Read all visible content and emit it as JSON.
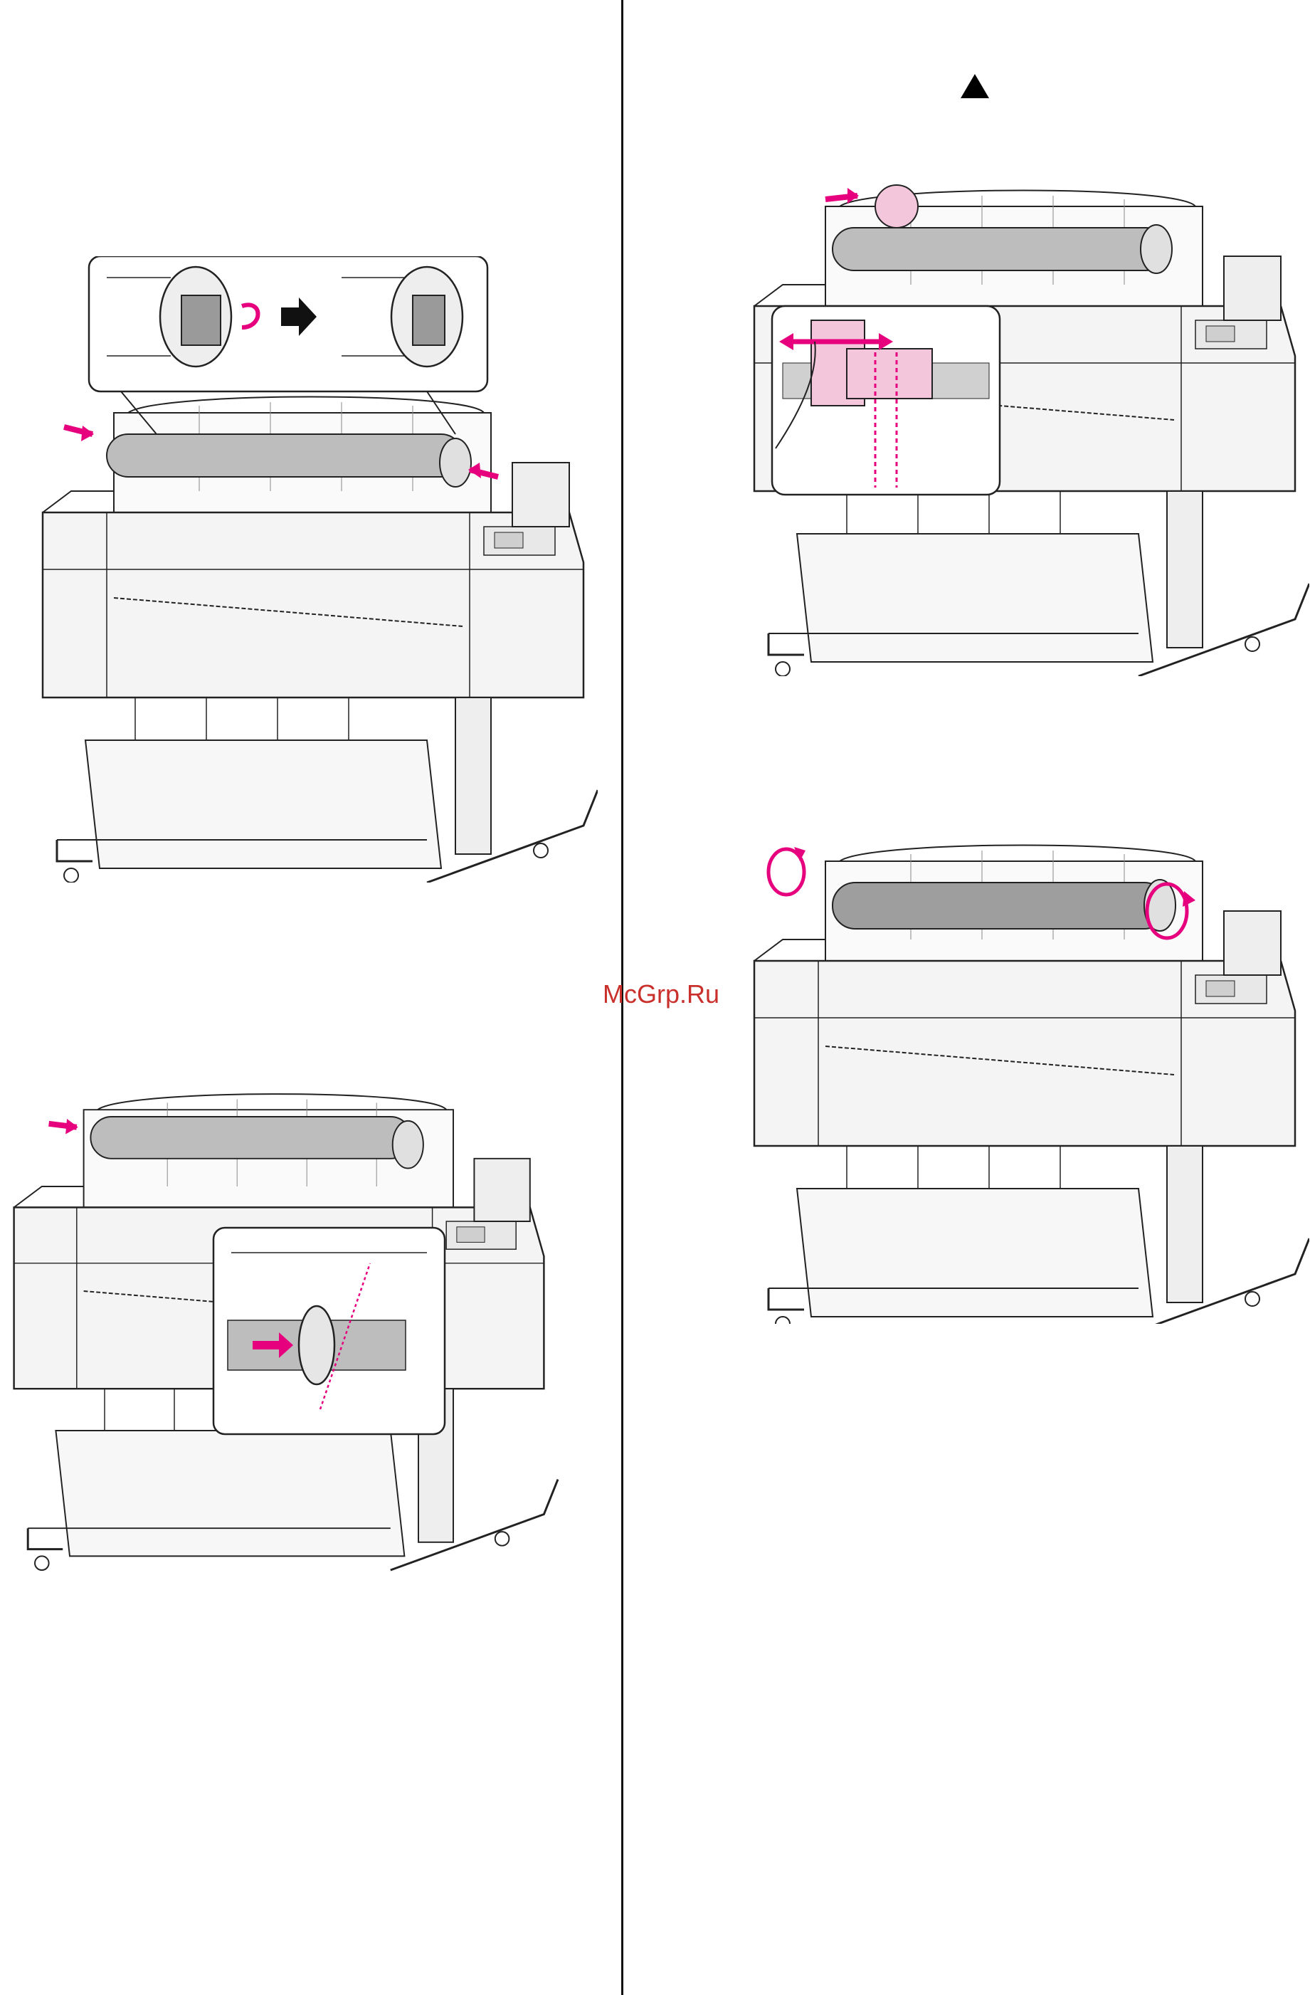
{
  "watermark": {
    "text": "McGrp.Ru"
  },
  "page": {
    "accent_color": "#e6007e",
    "rule_color": "#111111"
  },
  "header_icon": {
    "icon": "up-triangle-icon"
  },
  "figures": [
    {
      "id": "fig1",
      "description_icon": "printer-roll-holder-insert-icon"
    },
    {
      "id": "fig2",
      "description_icon": "printer-roll-slide-icon"
    },
    {
      "id": "fig3",
      "description_icon": "printer-roll-position-icon"
    },
    {
      "id": "fig4",
      "description_icon": "printer-roll-rotate-icon"
    }
  ]
}
